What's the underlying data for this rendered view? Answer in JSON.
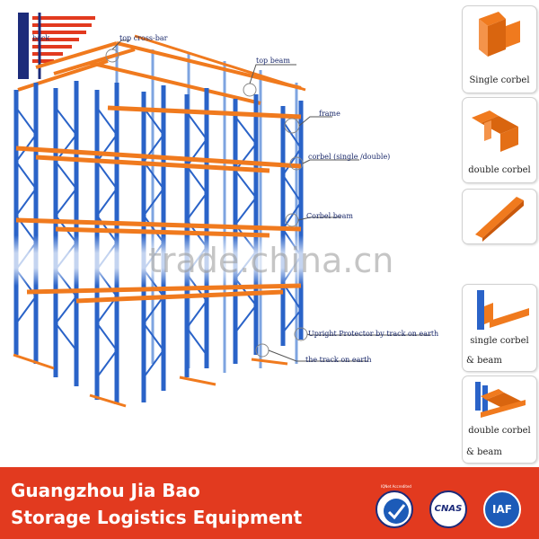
{
  "diagram": {
    "labels": {
      "back": "back",
      "top_cross_bar": "top cross-bar",
      "top_beam": "top beam",
      "frame": "frame",
      "corbel": "corbel (single /double)",
      "corbel_beam": "Corbel beam",
      "upright_protector": "Upright Protector by track on earth",
      "track": "the track on earth"
    }
  },
  "watermark": {
    "text": "trade.china.cn"
  },
  "sidebar": {
    "items": [
      {
        "label_1": "Single corbel",
        "label_2": ""
      },
      {
        "label_1": "double corbel",
        "label_2": ""
      },
      {
        "label_1": "",
        "label_2": ""
      },
      {
        "label_1": "single corbel",
        "label_2": "& beam"
      },
      {
        "label_1": "double corbel",
        "label_2": "& beam"
      }
    ]
  },
  "footer": {
    "line1": "Guangzhou Jia Bao",
    "line2": "Storage Logistics Equipment"
  },
  "badges": {
    "iso_text": "IQNet Accredited",
    "cnas": "CNAS",
    "iaf": "IAF"
  },
  "colors": {
    "upright_blue": "#2a63c8",
    "beam_orange": "#f07a1e",
    "footer_red": "#e23a1f",
    "logo_navy": "#1c2b7a"
  }
}
